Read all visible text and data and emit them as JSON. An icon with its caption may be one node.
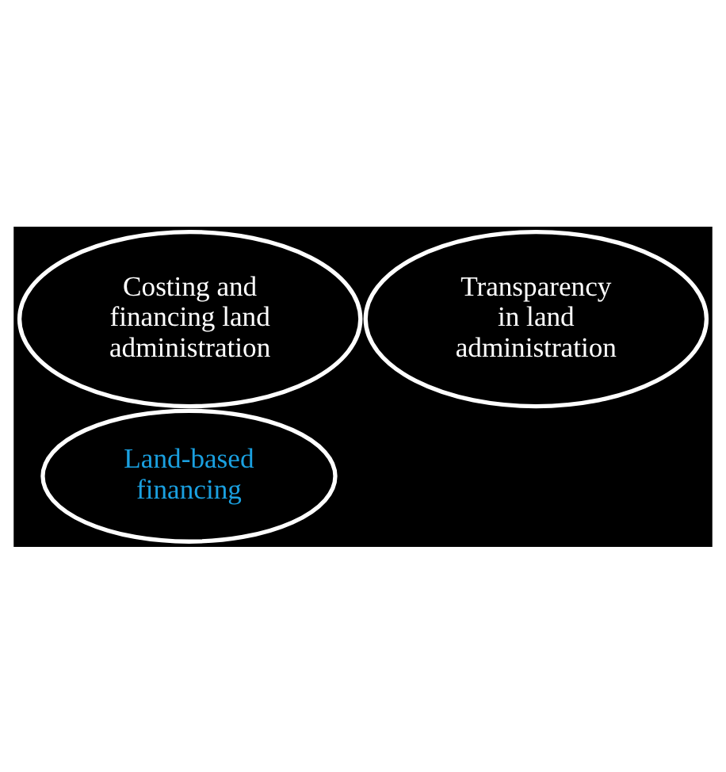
{
  "diagram": {
    "nodes": [
      {
        "text": [
          "Costing and financing land administration"
        ]
      },
      {
        "text": [
          "Transparency in land administration"
        ]
      },
      {
        "text": [
          "Land-based financing"
        ]
      }
    ]
  }
}
